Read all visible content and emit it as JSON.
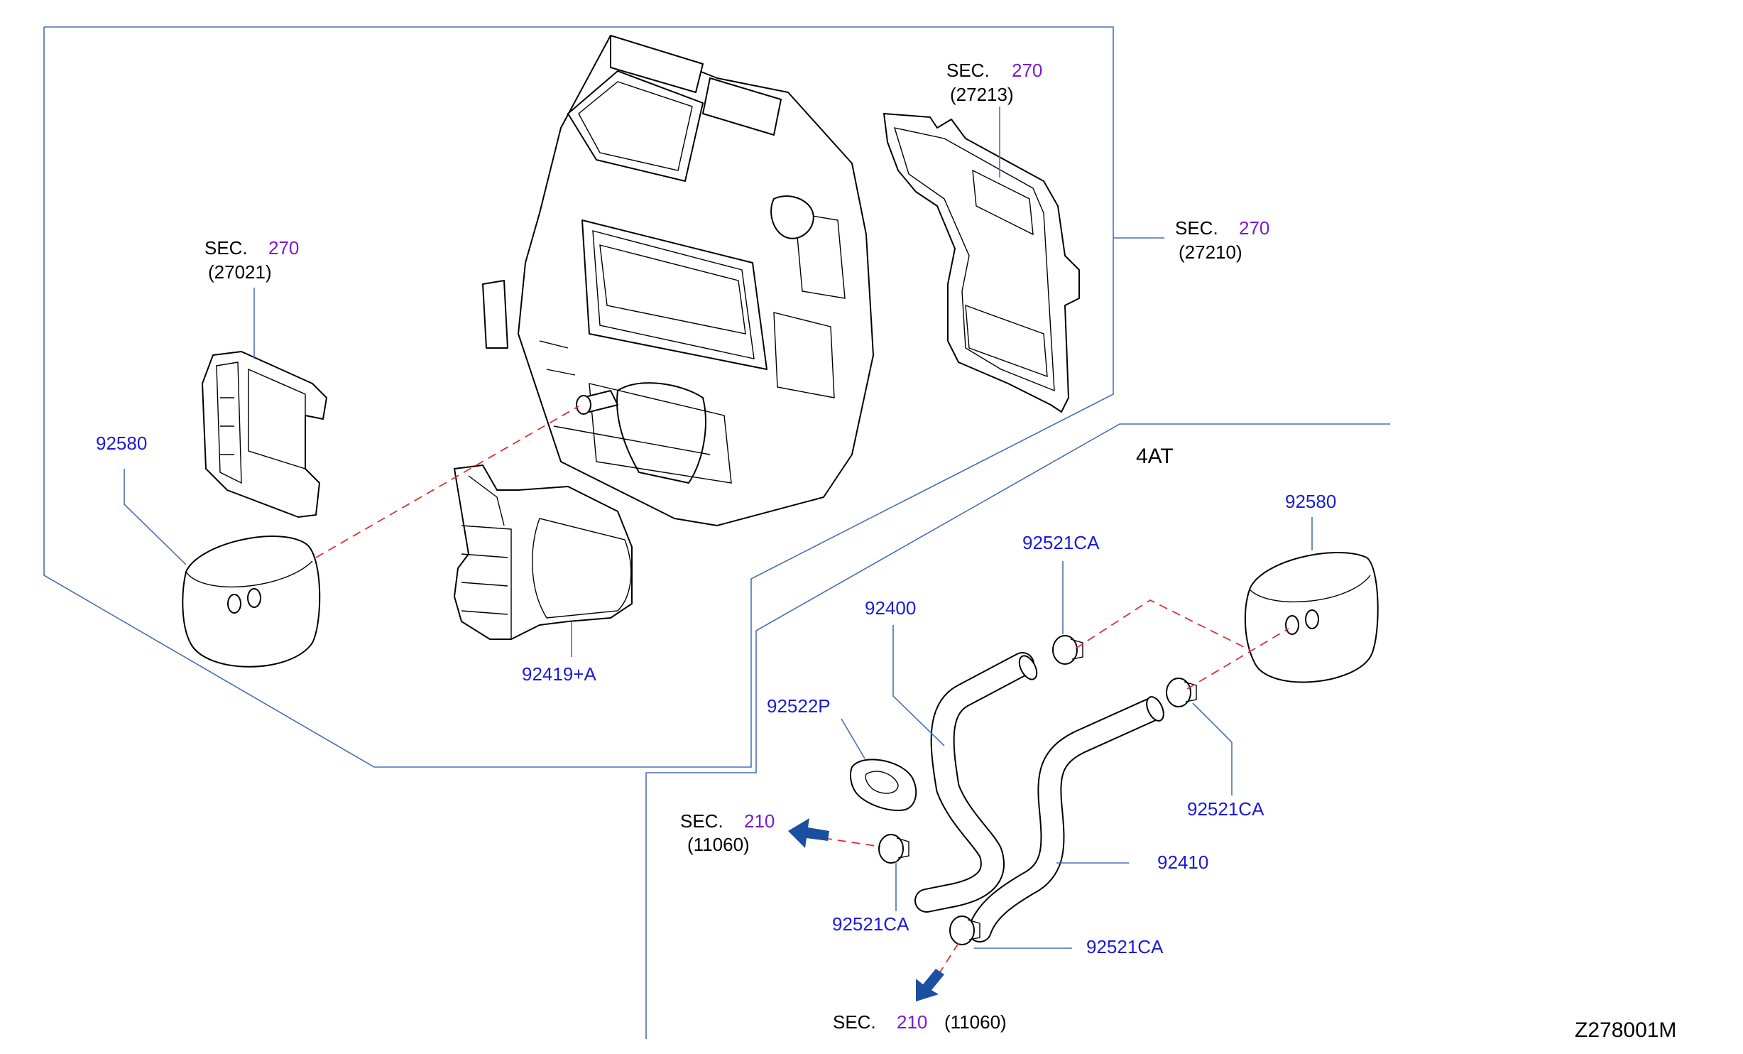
{
  "labels": {
    "sec": "SEC.",
    "sec270_top": "270",
    "sec270_top_code": "(27213)",
    "sec270_right": "270",
    "sec270_right_code": "(27210)",
    "sec270_left": "270",
    "sec270_left_code": "(27021)",
    "p92580_left": "92580",
    "p92419a": "92419+A",
    "variant": "4AT",
    "p92580_right": "92580",
    "p92521ca_top": "92521CA",
    "p92400": "92400",
    "p92522p": "92522P",
    "p92521ca_right": "92521CA",
    "sec210_left": "210",
    "sec210_left_code": "(11060)",
    "p92410": "92410",
    "p92521ca_lower_left": "92521CA",
    "p92521ca_lower_right": "92521CA",
    "sec210_bottom": "210",
    "sec210_bottom_code": "(11060)",
    "diagram_id": "Z278001M"
  },
  "colors": {
    "part_number": "#1a1adf",
    "section_number": "#7a1ad6",
    "leader": "#4a6fb5",
    "dashed": "#e03030",
    "arrow": "#1b4fa0"
  }
}
